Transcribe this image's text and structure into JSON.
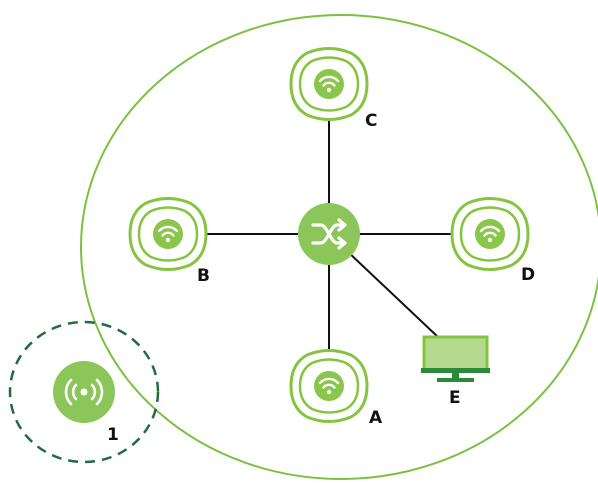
{
  "colors": {
    "network_outline": "#7ac142",
    "ap_outline": "#86c440",
    "ap_fill": "#8ac64b",
    "switch_fill": "#8cc65a",
    "monitor_screen": "#b5d98f",
    "monitor_frame": "#86c440",
    "monitor_base": "#2a8a3a",
    "client_fill": "#8cc65a",
    "client_dash": "#236b3d",
    "link": "#111111"
  },
  "labels": {
    "ap_c": "C",
    "ap_b": "B",
    "ap_d": "D",
    "ap_a": "A",
    "pc_e": "E",
    "client_1": "1"
  },
  "icons": {
    "access_point": "wifi-icon",
    "switch": "shuffle-arrows-icon",
    "computer": "monitor-icon",
    "client": "broadcast-icon"
  }
}
